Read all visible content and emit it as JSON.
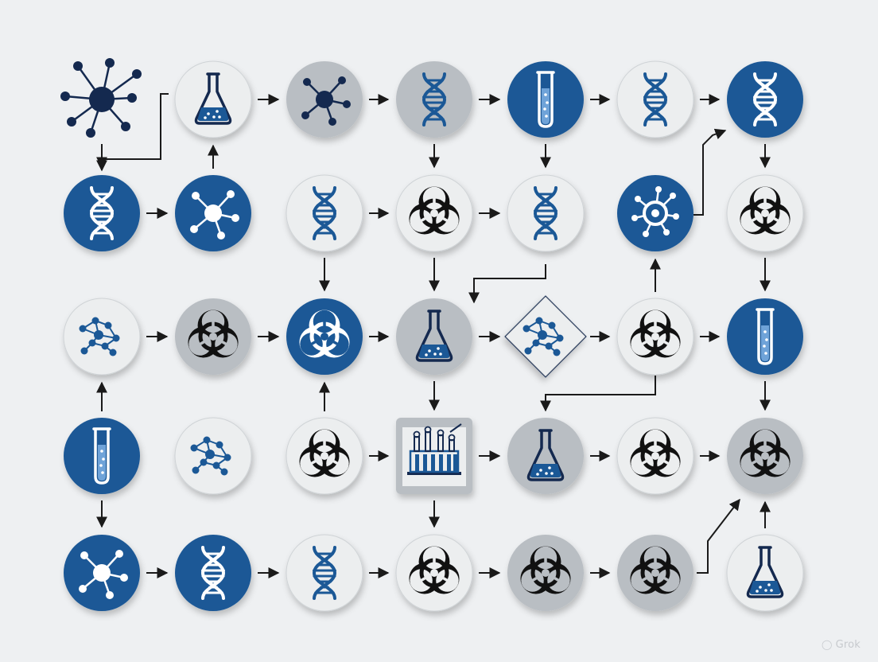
{
  "colors": {
    "background": "#eef0f2",
    "blue": "#1b5896",
    "navy": "#14294f",
    "light": "#eceeef",
    "gray": "#b9bec3",
    "arrow": "#1a1a1a"
  },
  "watermark": {
    "icon": "grok-logo-icon",
    "label": "Grok"
  },
  "grid": {
    "rows": 5,
    "columns": 7,
    "nodes": [
      {
        "id": "r1c1",
        "icon": "molecule-large-icon",
        "fill": "none"
      },
      {
        "id": "r1c2",
        "icon": "flask-icon",
        "fill": "light"
      },
      {
        "id": "r1c3",
        "icon": "molecule-icon",
        "fill": "gray"
      },
      {
        "id": "r1c4",
        "icon": "dna-icon",
        "fill": "gray"
      },
      {
        "id": "r1c5",
        "icon": "test-tube-icon",
        "fill": "blue"
      },
      {
        "id": "r1c6",
        "icon": "dna-icon",
        "fill": "light"
      },
      {
        "id": "r1c7",
        "icon": "dna-icon",
        "fill": "blue"
      },
      {
        "id": "r2c1",
        "icon": "dna-icon",
        "fill": "blue"
      },
      {
        "id": "r2c2",
        "icon": "molecule-icon",
        "fill": "blue"
      },
      {
        "id": "r2c3",
        "icon": "dna-icon",
        "fill": "light"
      },
      {
        "id": "r2c4",
        "icon": "biohazard-icon",
        "fill": "light"
      },
      {
        "id": "r2c5",
        "icon": "dna-icon",
        "fill": "light"
      },
      {
        "id": "r2c6",
        "icon": "cell-receptor-icon",
        "fill": "blue"
      },
      {
        "id": "r2c7",
        "icon": "biohazard-icon",
        "fill": "light"
      },
      {
        "id": "r3c1",
        "icon": "molecule-network-icon",
        "fill": "light"
      },
      {
        "id": "r3c2",
        "icon": "biohazard-icon",
        "fill": "gray"
      },
      {
        "id": "r3c3",
        "icon": "biohazard-icon",
        "fill": "blue"
      },
      {
        "id": "r3c4",
        "icon": "flask-icon",
        "fill": "gray"
      },
      {
        "id": "r3c5",
        "icon": "molecule-network-icon",
        "fill": "diamond"
      },
      {
        "id": "r3c6",
        "icon": "biohazard-icon",
        "fill": "light"
      },
      {
        "id": "r3c7",
        "icon": "test-tube-icon",
        "fill": "blue"
      },
      {
        "id": "r4c1",
        "icon": "test-tube-icon",
        "fill": "blue"
      },
      {
        "id": "r4c2",
        "icon": "molecule-network-icon",
        "fill": "light"
      },
      {
        "id": "r4c3",
        "icon": "biohazard-icon",
        "fill": "light"
      },
      {
        "id": "r4c4",
        "icon": "factory-icon",
        "fill": "square"
      },
      {
        "id": "r4c5",
        "icon": "flask-icon",
        "fill": "gray"
      },
      {
        "id": "r4c6",
        "icon": "biohazard-icon",
        "fill": "light"
      },
      {
        "id": "r4c7",
        "icon": "biohazard-icon",
        "fill": "gray"
      },
      {
        "id": "r5c1",
        "icon": "molecule-icon",
        "fill": "blue"
      },
      {
        "id": "r5c2",
        "icon": "dna-icon",
        "fill": "blue"
      },
      {
        "id": "r5c3",
        "icon": "dna-icon",
        "fill": "light"
      },
      {
        "id": "r5c4",
        "icon": "biohazard-icon",
        "fill": "light"
      },
      {
        "id": "r5c5",
        "icon": "biohazard-icon",
        "fill": "gray"
      },
      {
        "id": "r5c6",
        "icon": "biohazard-icon",
        "fill": "gray"
      },
      {
        "id": "r5c7",
        "icon": "flask-icon",
        "fill": "light"
      }
    ],
    "edges": [
      {
        "from": "r1c2",
        "to": "r1c3"
      },
      {
        "from": "r1c3",
        "to": "r1c4"
      },
      {
        "from": "r1c4",
        "to": "r1c5"
      },
      {
        "from": "r1c5",
        "to": "r1c6"
      },
      {
        "from": "r1c6",
        "to": "r1c7"
      },
      {
        "from": "r2c1",
        "to": "r2c2"
      },
      {
        "from": "r2c3",
        "to": "r2c4"
      },
      {
        "from": "r2c4",
        "to": "r2c5"
      },
      {
        "from": "r3c1",
        "to": "r3c2"
      },
      {
        "from": "r3c2",
        "to": "r3c3"
      },
      {
        "from": "r3c3",
        "to": "r3c4"
      },
      {
        "from": "r3c4",
        "to": "r3c5"
      },
      {
        "from": "r3c5",
        "to": "r3c6"
      },
      {
        "from": "r3c6",
        "to": "r3c7"
      },
      {
        "from": "r4c3",
        "to": "r4c4"
      },
      {
        "from": "r4c4",
        "to": "r4c5"
      },
      {
        "from": "r4c5",
        "to": "r4c6"
      },
      {
        "from": "r4c6",
        "to": "r4c7"
      },
      {
        "from": "r5c1",
        "to": "r5c2"
      },
      {
        "from": "r5c2",
        "to": "r5c3"
      },
      {
        "from": "r5c3",
        "to": "r5c4"
      },
      {
        "from": "r5c4",
        "to": "r5c5"
      },
      {
        "from": "r5c5",
        "to": "r5c6"
      },
      {
        "from": "r1c4",
        "to": "r2c4"
      },
      {
        "from": "r1c5",
        "to": "r2c5"
      },
      {
        "from": "r1c7",
        "to": "r2c7"
      },
      {
        "from": "r2c2",
        "to": "r1c2"
      },
      {
        "from": "r2c3",
        "to": "r3c3"
      },
      {
        "from": "r2c4",
        "to": "r3c4"
      },
      {
        "from": "r2c7",
        "to": "r3c7"
      },
      {
        "from": "r3c6",
        "to": "r2c6"
      },
      {
        "from": "r4c1",
        "to": "r3c1"
      },
      {
        "from": "r4c3",
        "to": "r3c3"
      },
      {
        "from": "r3c4",
        "to": "r4c4"
      },
      {
        "from": "r3c7",
        "to": "r4c7"
      },
      {
        "from": "r4c1",
        "to": "r5c1"
      },
      {
        "from": "r4c4",
        "to": "r5c4"
      },
      {
        "from": "r5c7",
        "to": "r4c7"
      },
      {
        "from": "r1c1",
        "to": "r2c1"
      }
    ],
    "routed_edges": [
      {
        "from": "r1c2",
        "to": "r2c1"
      },
      {
        "from": "r2c6",
        "to": "r1c7"
      },
      {
        "from": "r2c5",
        "to": "r3c4"
      },
      {
        "from": "r3c6",
        "to": "r4c5"
      },
      {
        "from": "r5c6",
        "to": "r4c7"
      }
    ]
  }
}
